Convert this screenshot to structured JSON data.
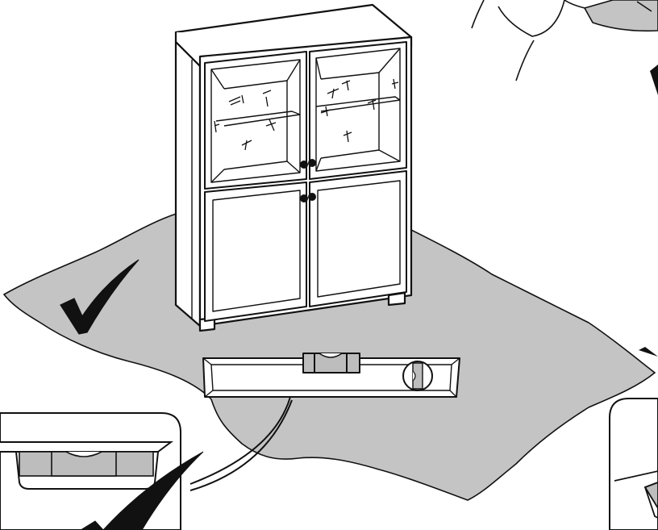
{
  "illustration": {
    "kind": "assembly-instruction",
    "subject": "cabinet-leveling",
    "colors": {
      "line": "#111111",
      "floor": "#c4c4c4",
      "background": "#ffffff",
      "level_body": "#ffffff",
      "bubble_vial": "#bdbdbd"
    },
    "marks": [
      {
        "name": "correct-check-icon",
        "meaning": "correct"
      },
      {
        "name": "correct-check-icon-detail",
        "meaning": "correct"
      },
      {
        "name": "wrong-mark-icon",
        "meaning": "incorrect"
      }
    ]
  }
}
